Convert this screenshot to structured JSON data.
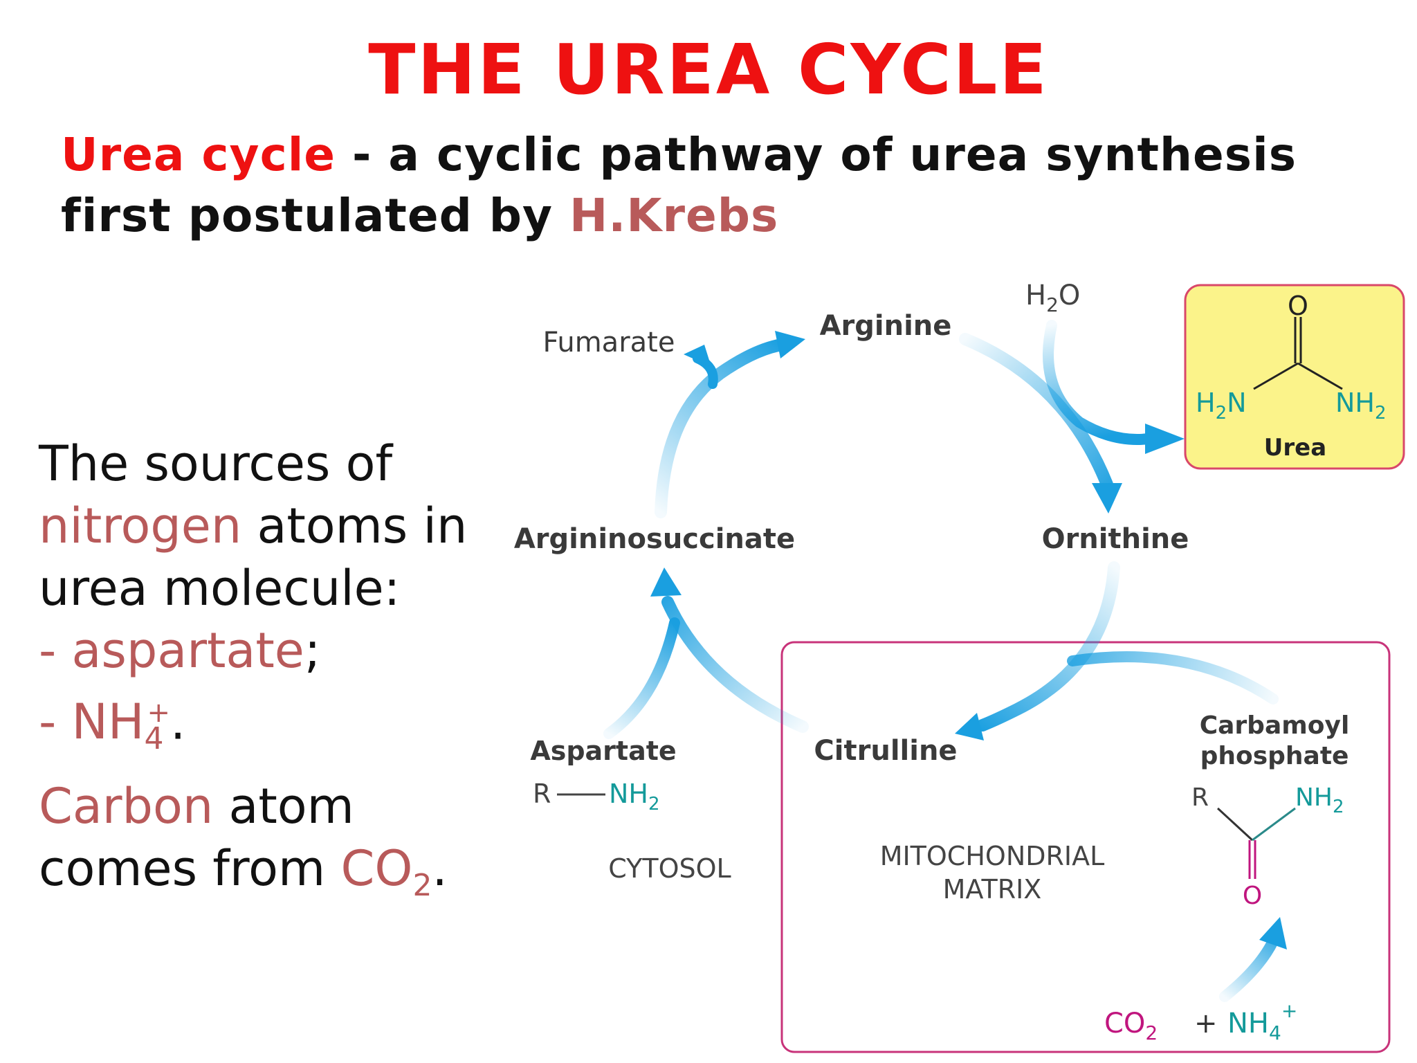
{
  "title": "THE UREA CYCLE",
  "subtitle": {
    "term": "Urea cycle",
    "definition": " - a cyclic pathway of urea synthesis",
    "line2_prefix": "first postulated by ",
    "author": "H.Krebs"
  },
  "sources": {
    "line1": "The sources of",
    "nitrogen": "nitrogen",
    "line2_rest": " atoms in",
    "line3": "urea molecule:",
    "item1": "- aspartate",
    "item1_end": ";",
    "item2": "- NH",
    "item2_sub": "4",
    "item2_sup": "+",
    "item2_end": "."
  },
  "carbon": {
    "word": "Carbon",
    "rest": " atom",
    "line2": "comes from ",
    "co": "CO",
    "co_sub": "2",
    "end": "."
  },
  "diagram": {
    "arginine": "Arginine",
    "ornithine": "Ornithine",
    "citrulline": "Citrulline",
    "argininosuccinate": "Argininosuccinate",
    "fumarate": "Fumarate",
    "aspartate": "Aspartate",
    "aspartate_r": "R",
    "aspartate_nh": "NH",
    "aspartate_nh_sub": "2",
    "water": "H",
    "water_sub": "2",
    "water_o": "O",
    "urea_label": "Urea",
    "urea_o": "O",
    "urea_h2n_h": "H",
    "urea_h2n_sub": "2",
    "urea_h2n_n": "N",
    "urea_nh2": "NH",
    "urea_nh2_sub": "2",
    "carbamoyl_line1": "Carbamoyl",
    "carbamoyl_line2": "phosphate",
    "carb_r": "R",
    "carb_nh": "NH",
    "carb_nh_sub": "2",
    "carb_o": "O",
    "cytosol": "CYTOSOL",
    "mito_line1": "MITOCHONDRIAL",
    "mito_line2": "MATRIX",
    "co2": "CO",
    "co2_sub": "2",
    "plus": "+",
    "nh4": "NH",
    "nh4_sub": "4",
    "nh4_sup": "+"
  },
  "colors": {
    "title": "#ee1111",
    "accent": "#b85a5a",
    "arrow": "#1a9fe0",
    "magenta": "#c0157e",
    "teal": "#149a9a",
    "urea_box": "#fbf38a",
    "mito_border": "#c8337a"
  }
}
